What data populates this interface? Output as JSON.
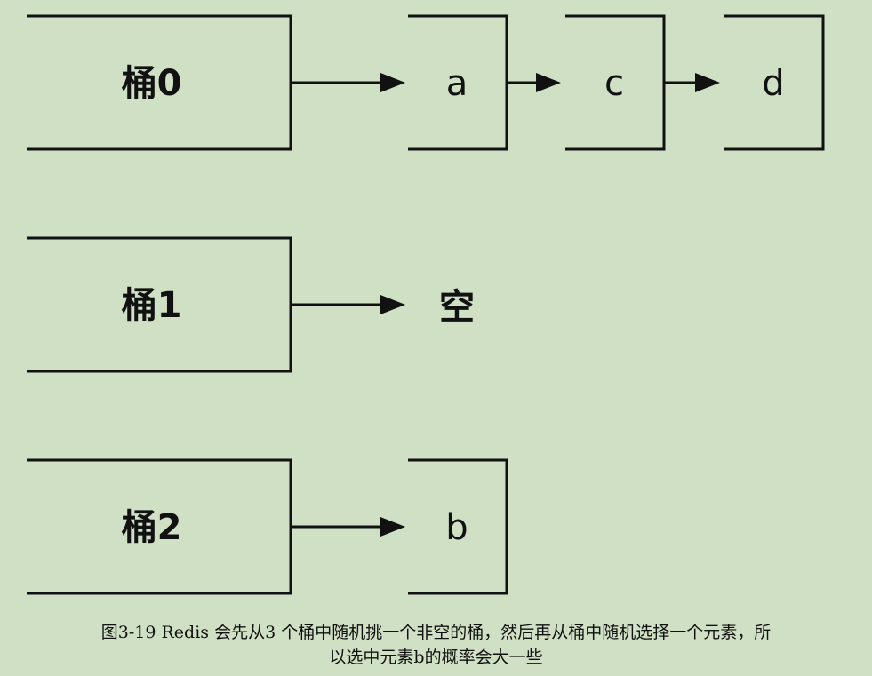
{
  "buckets": [
    {
      "label": "桶0",
      "chain": [
        "a",
        "c",
        "d"
      ],
      "empty_text": ""
    },
    {
      "label": "桶1",
      "chain": [],
      "empty_text": "空"
    },
    {
      "label": "桶2",
      "chain": [
        "b"
      ],
      "empty_text": ""
    }
  ],
  "caption": {
    "line1": "图3-19 Redis 会先从3 个桶中随机挑一个非空的桶，然后再从桶中随机选择一个元素，所",
    "line2": "以选中元素b的概率会大一些"
  }
}
